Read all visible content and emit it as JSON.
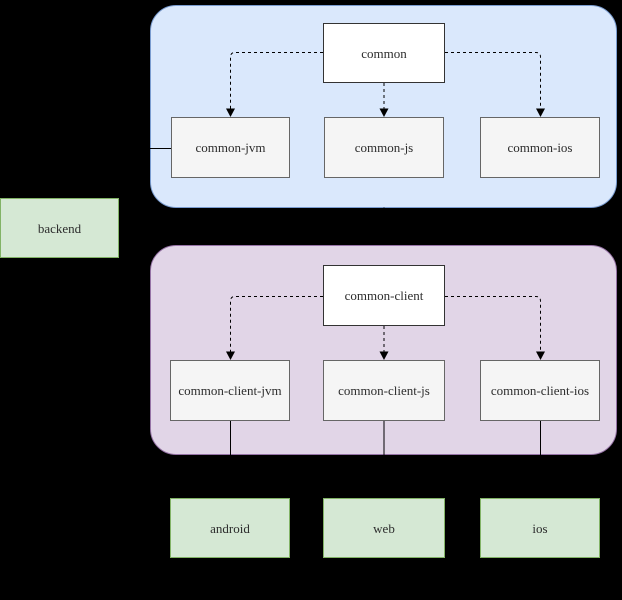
{
  "palette": {
    "background": "#000000",
    "common_group_fill": "#dae8fc",
    "common_group_stroke": "#7a9cd0",
    "client_group_fill": "#e1d5e7",
    "client_group_stroke": "#9673a6",
    "platform_node_fill": "#d5e8d4",
    "platform_node_stroke": "#82b366",
    "target_node_fill": "#f5f5f5",
    "target_node_stroke": "#666666",
    "source_node_fill": "#ffffff",
    "source_node_stroke": "#333333",
    "edge_color": "#000000",
    "label_color": "#2d2d2d"
  },
  "nodes": {
    "common": {
      "label": "common"
    },
    "common_jvm": {
      "label": "common-jvm"
    },
    "common_js": {
      "label": "common-js"
    },
    "common_ios": {
      "label": "common-ios"
    },
    "backend": {
      "label": "backend"
    },
    "common_client": {
      "label": "common-client"
    },
    "common_client_jvm": {
      "label": "common-client-jvm"
    },
    "common_client_js": {
      "label": "common-client-js"
    },
    "common_client_ios": {
      "label": "common-client-ios"
    },
    "android": {
      "label": "android"
    },
    "web": {
      "label": "web"
    },
    "ios": {
      "label": "ios"
    }
  },
  "edges": [
    {
      "from": "common",
      "to": "common-jvm",
      "style": "dashed-arrow"
    },
    {
      "from": "common",
      "to": "common-js",
      "style": "dashed-arrow"
    },
    {
      "from": "common",
      "to": "common-ios",
      "style": "dashed-arrow"
    },
    {
      "from": "backend",
      "to": "common-jvm",
      "style": "solid"
    },
    {
      "from": "common-client",
      "to": "common-client-jvm",
      "style": "dashed-arrow"
    },
    {
      "from": "common-client",
      "to": "common-client-js",
      "style": "dashed-arrow"
    },
    {
      "from": "common-client",
      "to": "common-client-ios",
      "style": "dashed-arrow"
    },
    {
      "from": "common-client-jvm",
      "to": "android",
      "style": "solid"
    },
    {
      "from": "common-client-js",
      "to": "web",
      "style": "solid"
    },
    {
      "from": "common-client-ios",
      "to": "ios",
      "style": "solid"
    }
  ]
}
